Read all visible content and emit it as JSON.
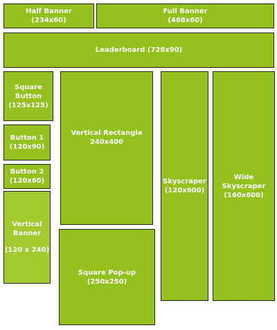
{
  "colors": {
    "box_fill": "#95c11f",
    "box_fill_light": "#a3ca2f",
    "border": "#222222",
    "text": "#ffffff"
  },
  "boxes": {
    "half_banner": {
      "name": "Half Banner",
      "size": "(234x60)"
    },
    "full_banner": {
      "name": "Full Banner",
      "size": "(468x60)"
    },
    "leaderboard": {
      "label": "Leaderboard (728x90)"
    },
    "square_button": {
      "name": "Square Button",
      "size": "(125x125)"
    },
    "button_1": {
      "name": "Button 1",
      "size": "(120x90)"
    },
    "button_2": {
      "name": "Button 2",
      "size": "(120x60)"
    },
    "vertical_banner": {
      "name_line1": "Vertical",
      "name_line2": "Banner",
      "size": "(120 x 240)"
    },
    "vertical_rectangle": {
      "name": "Vertical Rectangle",
      "size": "240x400"
    },
    "square_popup": {
      "name": "Square Pop-up",
      "size": "(250x250)"
    },
    "skyscraper": {
      "name": "Skyscraper",
      "size": "(120x600)"
    },
    "wide_skyscraper": {
      "name": "Wide Skyscraper",
      "size": "(160x600)"
    }
  }
}
